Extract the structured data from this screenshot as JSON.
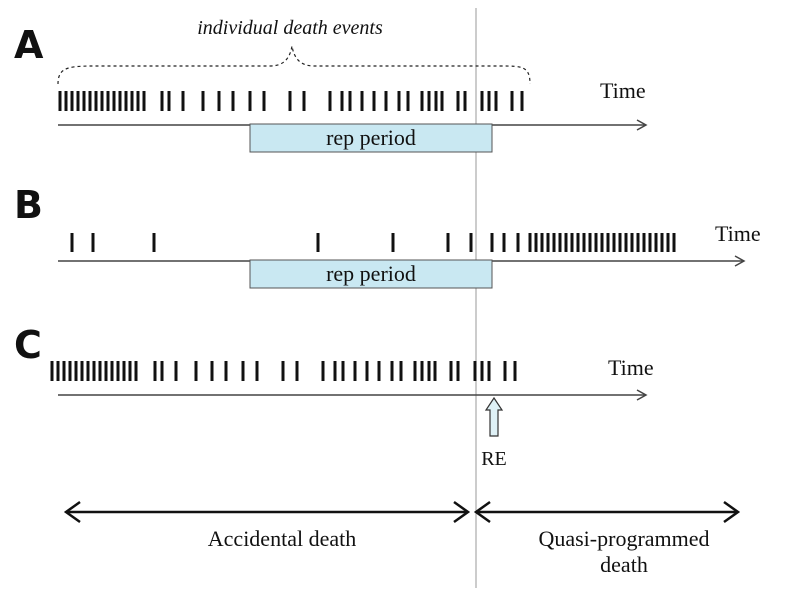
{
  "panels": {
    "a": {
      "label": "A",
      "time_label": "Time",
      "brace_label": "individual death events",
      "rep_label": "rep period"
    },
    "b": {
      "label": "B",
      "time_label": "Time",
      "rep_label": "rep period"
    },
    "c": {
      "label": "C",
      "time_label": "Time",
      "marker_label": "RE"
    }
  },
  "bottom": {
    "left_label": "Accidental death",
    "right_label_line1": "Quasi-programmed",
    "right_label_line2": "death"
  },
  "colors": {
    "rep_fill": "#c9e8f2",
    "rep_stroke": "#555555",
    "axis": "#444444",
    "tick": "#111111",
    "divider": "#999999",
    "arrow_fill": "#dff1f6"
  }
}
